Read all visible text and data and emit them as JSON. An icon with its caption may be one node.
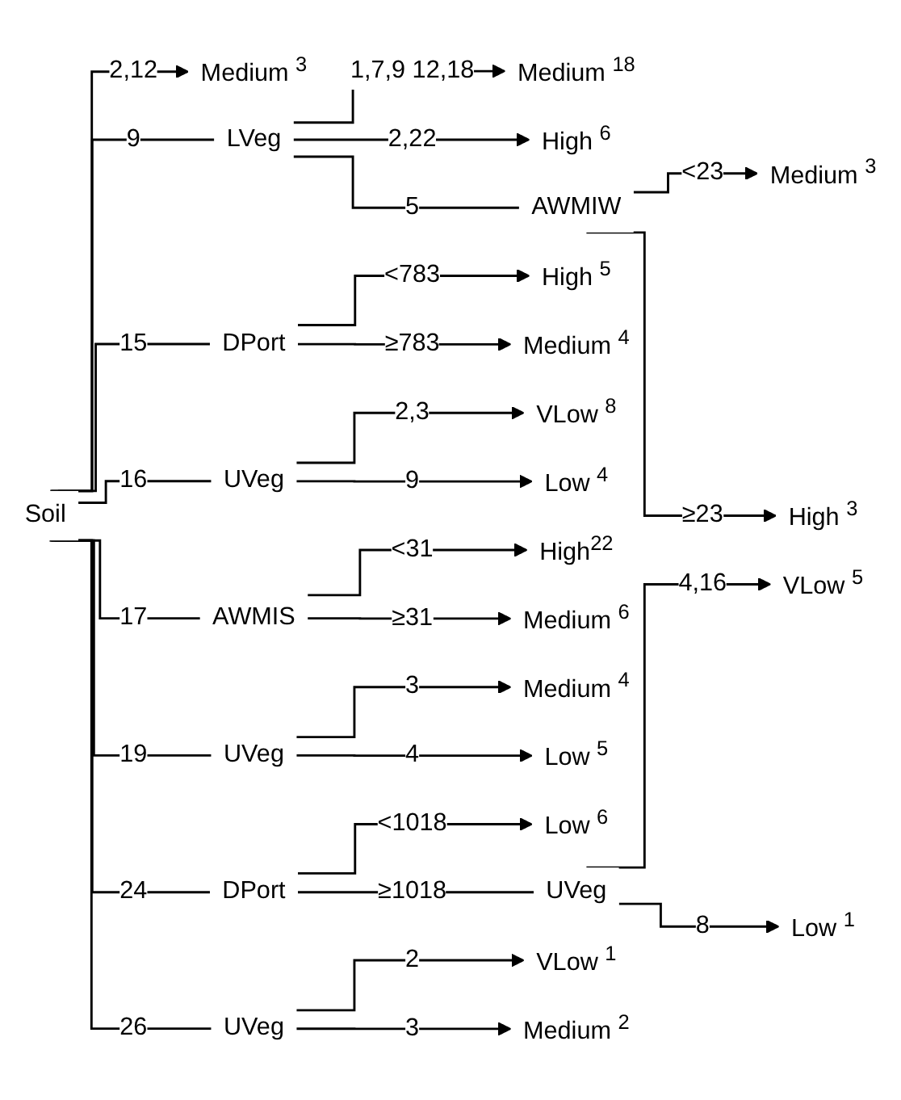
{
  "diagram": {
    "nodes": [
      {
        "text": [
          "Soil"
        ]
      },
      {
        "text": [
          "Medium $^{3}$"
        ]
      },
      {
        "text": [
          "LVeg"
        ]
      },
      {
        "text": [
          "Medium $^{18}$"
        ]
      },
      {
        "text": [
          "High $^{6}$"
        ]
      },
      {
        "text": [
          "AWMIW"
        ]
      },
      {
        "text": [
          "Medium $^{3}$"
        ]
      },
      {
        "text": [
          "High $^{3}$"
        ]
      },
      {
        "text": [
          "DPort"
        ]
      },
      {
        "text": [
          "High $^{5}$"
        ]
      },
      {
        "text": [
          "Medium $^{4}$"
        ]
      },
      {
        "text": [
          "UVeg"
        ]
      },
      {
        "text": [
          "VLow $^{8}$"
        ]
      },
      {
        "text": [
          "Low $^{4}$"
        ]
      },
      {
        "text": [
          "AWMIS"
        ]
      },
      {
        "text": [
          "High$^{22}$"
        ]
      },
      {
        "text": [
          "Medium $^{6}$"
        ]
      },
      {
        "text": [
          "UVeg"
        ]
      },
      {
        "text": [
          "Medium $^{4}$"
        ]
      },
      {
        "text": [
          "Low $^{5}$"
        ]
      },
      {
        "text": [
          "DPort"
        ]
      },
      {
        "text": [
          "Low $^{6}$"
        ]
      },
      {
        "text": [
          "UVeg"
        ]
      },
      {
        "text": [
          "VLow $^{5}$"
        ]
      },
      {
        "text": [
          "Low $^{1}$"
        ]
      },
      {
        "text": [
          "UVeg"
        ]
      },
      {
        "text": [
          "VLow $^{1}$"
        ]
      },
      {
        "text": [
          "Medium $^{2}$"
        ]
      }
    ],
    "edges": [
      {
        "from": 0,
        "to": 1,
        "arrow": "to",
        "label": "2,12"
      },
      {
        "from": 0,
        "to": 2,
        "arrow": "none",
        "label": "9"
      },
      {
        "from": 2,
        "to": 3,
        "arrow": "to",
        "label": "1,7,9 12,18"
      },
      {
        "from": 2,
        "to": 4,
        "arrow": "to",
        "label": "2,22"
      },
      {
        "from": 2,
        "to": 5,
        "arrow": "none",
        "label": "5"
      },
      {
        "from": 5,
        "to": 6,
        "arrow": "to",
        "label": "<23"
      },
      {
        "from": 5,
        "to": 7,
        "arrow": "to",
        "label": "≥23"
      },
      {
        "from": 0,
        "to": 8,
        "arrow": "none",
        "label": "15"
      },
      {
        "from": 8,
        "to": 9,
        "arrow": "to",
        "label": "<783"
      },
      {
        "from": 8,
        "to": 10,
        "arrow": "to",
        "label": "≥783"
      },
      {
        "from": 0,
        "to": 11,
        "arrow": "none",
        "label": "16"
      },
      {
        "from": 11,
        "to": 12,
        "arrow": "to",
        "label": "2,3"
      },
      {
        "from": 11,
        "to": 13,
        "arrow": "to",
        "label": "9"
      },
      {
        "from": 0,
        "to": 14,
        "arrow": "none",
        "label": "17"
      },
      {
        "from": 14,
        "to": 15,
        "arrow": "to",
        "label": "<31"
      },
      {
        "from": 14,
        "to": 16,
        "arrow": "to",
        "label": "≥31"
      },
      {
        "from": 0,
        "to": 17,
        "arrow": "none",
        "label": "19"
      },
      {
        "from": 17,
        "to": 18,
        "arrow": "to",
        "label": "3"
      },
      {
        "from": 17,
        "to": 19,
        "arrow": "to",
        "label": "4"
      },
      {
        "from": 0,
        "to": 20,
        "arrow": "none",
        "label": "24"
      },
      {
        "from": 20,
        "to": 21,
        "arrow": "to",
        "label": "<1018"
      },
      {
        "from": 20,
        "to": 22,
        "arrow": "none",
        "label": "≥1018"
      },
      {
        "from": 22,
        "to": 23,
        "arrow": "to",
        "label": "4,16"
      },
      {
        "from": 22,
        "to": 24,
        "arrow": "to",
        "label": "8"
      },
      {
        "from": 0,
        "to": 25,
        "arrow": "none",
        "label": "26"
      },
      {
        "from": 25,
        "to": 26,
        "arrow": "to",
        "label": "2"
      },
      {
        "from": 25,
        "to": 27,
        "arrow": "to",
        "label": "3"
      }
    ]
  }
}
